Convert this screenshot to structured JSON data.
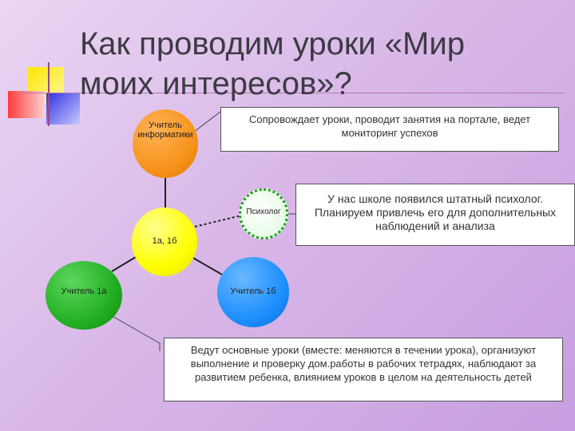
{
  "title": "Как проводим уроки «Мир\nмоих интересов»?",
  "nodes": {
    "informatics_teacher": "Учитель\nинформатики",
    "class": "1а, 1б",
    "teacher_1a": "Учитель 1а",
    "teacher_1b": "Учитель 1б",
    "psychologist": "Психолог"
  },
  "notes": {
    "informatics": "Сопровождает уроки, проводит занятия на портале, ведет мониторинг успехов",
    "psychologist": "У нас школе появился штатный психолог. Планируем привлечь его для дополнительных наблюдений и анализа",
    "teachers": "Ведут основные уроки (вместе: меняются в течении урока), организуют выполнение и проверку дом.работы в рабочих тетрадях, наблюдают за развитием ребенка, влиянием уроков в целом на деятельность детей"
  },
  "colors": {
    "orange": "#f7941d",
    "yellow": "#ffff00",
    "green": "#22b022",
    "blue": "#1e90ff",
    "psych_border": "#1aa31a"
  }
}
